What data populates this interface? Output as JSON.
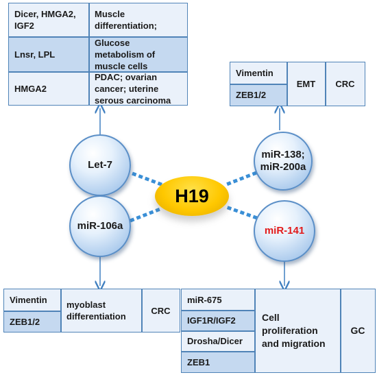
{
  "hub": "H19",
  "mirnas": {
    "let7": "Let-7",
    "mir106a": "miR-106a",
    "mir138": "miR-138; miR-200a",
    "mir141": "miR-141"
  },
  "let7_table": {
    "rows": [
      {
        "targets": "Dicer, HMGA2, IGF2",
        "function": "Muscle differentiation;"
      },
      {
        "targets": "Lnsr, LPL",
        "function": "Glucose metabolism of muscle cells"
      },
      {
        "targets": "HMGA2",
        "function": "PDAC; ovarian cancer; uterine serous carcinoma"
      }
    ]
  },
  "mir138_table": {
    "targets": [
      "Vimentin",
      "ZEB1/2"
    ],
    "process": "EMT",
    "disease": "CRC"
  },
  "mir106a_table": {
    "targets": [
      "Vimentin",
      "ZEB1/2"
    ],
    "process": "myoblast differentiation",
    "disease": "CRC"
  },
  "mir141_table": {
    "targets": [
      "miR-675",
      "IGF1R/IGF2",
      "Drosha/Dicer",
      "ZEB1"
    ],
    "process": "Cell proliferation and migration",
    "disease": "GC"
  },
  "colors": {
    "border": "#4f83b7",
    "cell_light": "#eaf1fa",
    "cell_mid": "#c5d9f0",
    "hub": "#ffc800",
    "highlight_text": "#e21b1b"
  }
}
